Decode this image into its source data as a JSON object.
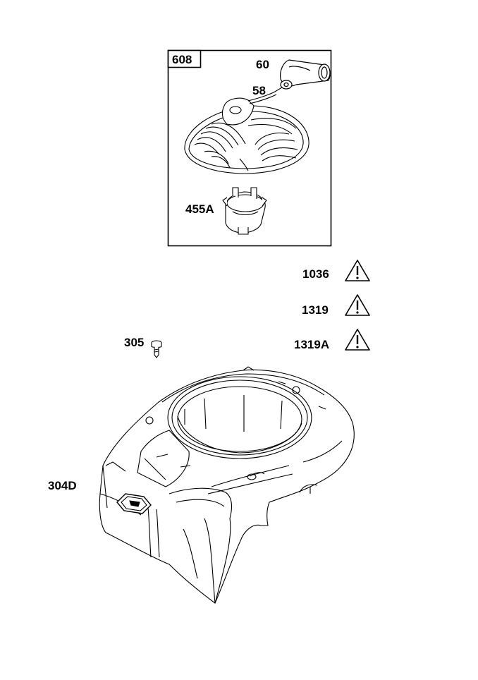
{
  "kit_label": "608",
  "parts": {
    "handle": "60",
    "rope": "58",
    "starter_cup": "455A",
    "screw": "305",
    "blower_housing": "304D"
  },
  "warnings": [
    "1036",
    "1319",
    "1319A"
  ],
  "colors": {
    "line": "#000000",
    "background": "#ffffff"
  }
}
